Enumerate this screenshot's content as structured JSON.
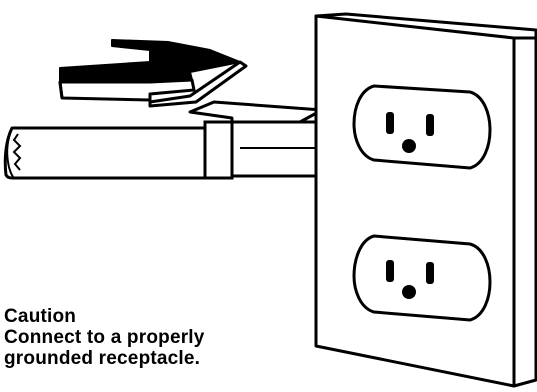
{
  "caption": {
    "heading": "Caution",
    "line1": "Connect to a properly",
    "line2": "grounded receptacle."
  },
  "icons": [
    "plug-direction-arrow-icon",
    "power-cord",
    "plug-head",
    "wall-outlet-plate",
    "upper-receptacle",
    "lower-receptacle"
  ],
  "colors": {
    "ink": "#000000",
    "paper": "#ffffff"
  }
}
